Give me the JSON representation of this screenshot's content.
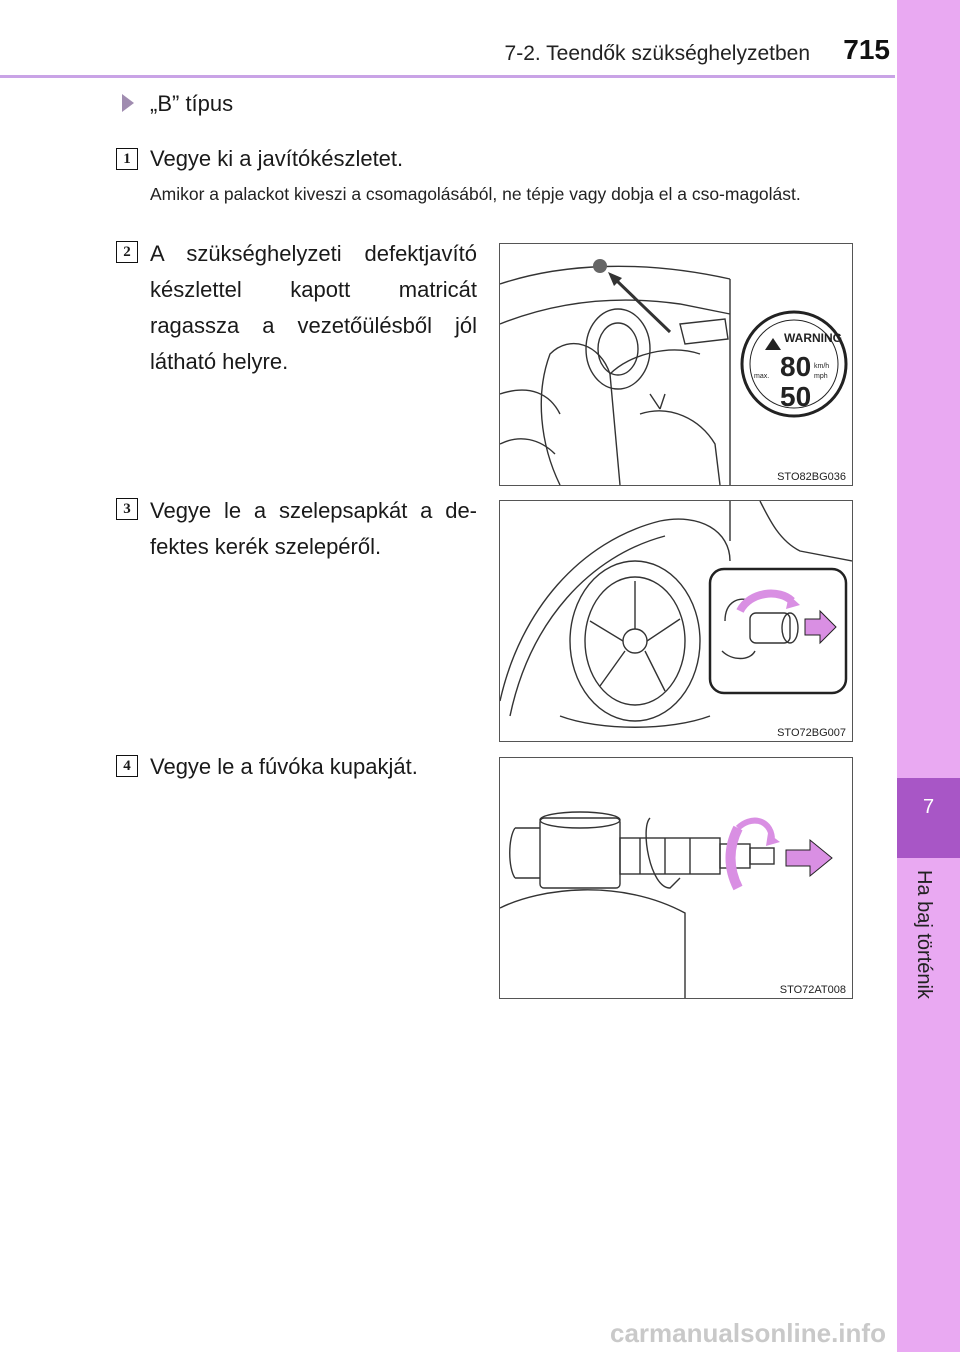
{
  "header": {
    "section": "7-2. Teendők szükséghelyzetben",
    "page_number": "715"
  },
  "side_tab": {
    "chapter_number": "7",
    "chapter_label": "Ha baj történik",
    "colors": {
      "strip": "#e9a9f2",
      "block": "#a856c6"
    }
  },
  "type_heading": "„B” típus",
  "steps": [
    {
      "number": "1",
      "text": "Vegye ki a javítókészletet.",
      "note": "Amikor a palackot kiveszi a csomagolásából, ne tépje vagy dobja el a cso-magolást."
    },
    {
      "number": "2",
      "text": "A szükséghelyzeti defektjavító készlettel kapott matricát ragassza a vezetőülésből jól látható helyre.",
      "figure": {
        "code": "STO82BG036",
        "sticker": {
          "warning": "WARNING",
          "kmh": "80",
          "mph": "50",
          "kmh_unit": "km/h",
          "mph_unit": "mph",
          "max": "max."
        }
      }
    },
    {
      "number": "3",
      "text": "Vegye le a szelepsapkát a de-fektes kerék szelepéről.",
      "figure": {
        "code": "STO72BG007"
      }
    },
    {
      "number": "4",
      "text": "Vegye le a fúvóka kupakját.",
      "figure": {
        "code": "STO72AT008"
      }
    }
  ],
  "watermark": "carmanualsonline.info"
}
